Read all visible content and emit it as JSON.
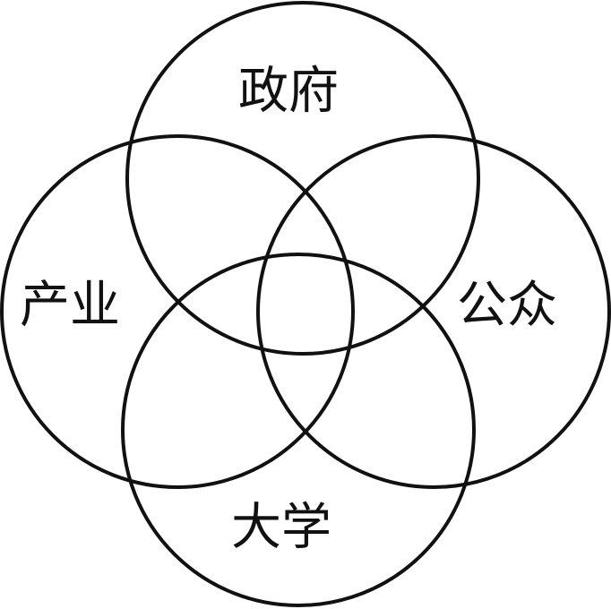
{
  "diagram": {
    "labels": {
      "government": "政府",
      "industry": "产业",
      "public": "公众",
      "university": "大学"
    },
    "colors": {
      "stroke": "#111111",
      "background": "#ffffff"
    }
  }
}
